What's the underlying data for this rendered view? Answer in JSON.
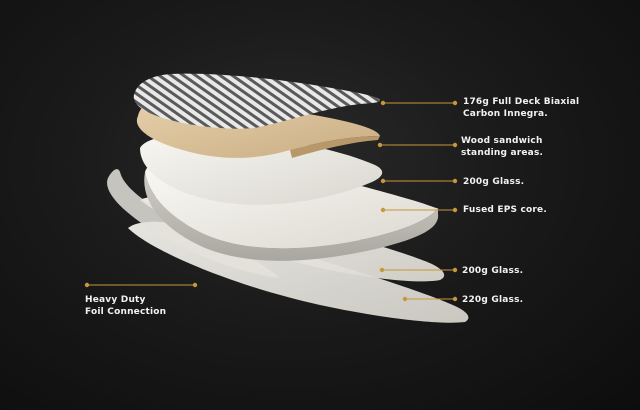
{
  "accent_color": "#c8963c",
  "layers": [
    {
      "label_lines": [
        "176g Full Deck Biaxial",
        "Carbon Innegra."
      ],
      "material": "carbon-stripe"
    },
    {
      "label_lines": [
        "Wood sandwich",
        "standing areas."
      ],
      "material": "wood"
    },
    {
      "label_lines": [
        "200g Glass."
      ],
      "material": "glass"
    },
    {
      "label_lines": [
        "Fused EPS core."
      ],
      "material": "foam"
    },
    {
      "label_lines": [
        "200g Glass."
      ],
      "material": "glass"
    },
    {
      "label_lines": [
        "220g Glass."
      ],
      "material": "glass"
    }
  ],
  "left_callout": {
    "label_lines": [
      "Heavy Duty",
      "Foil Connection"
    ]
  }
}
